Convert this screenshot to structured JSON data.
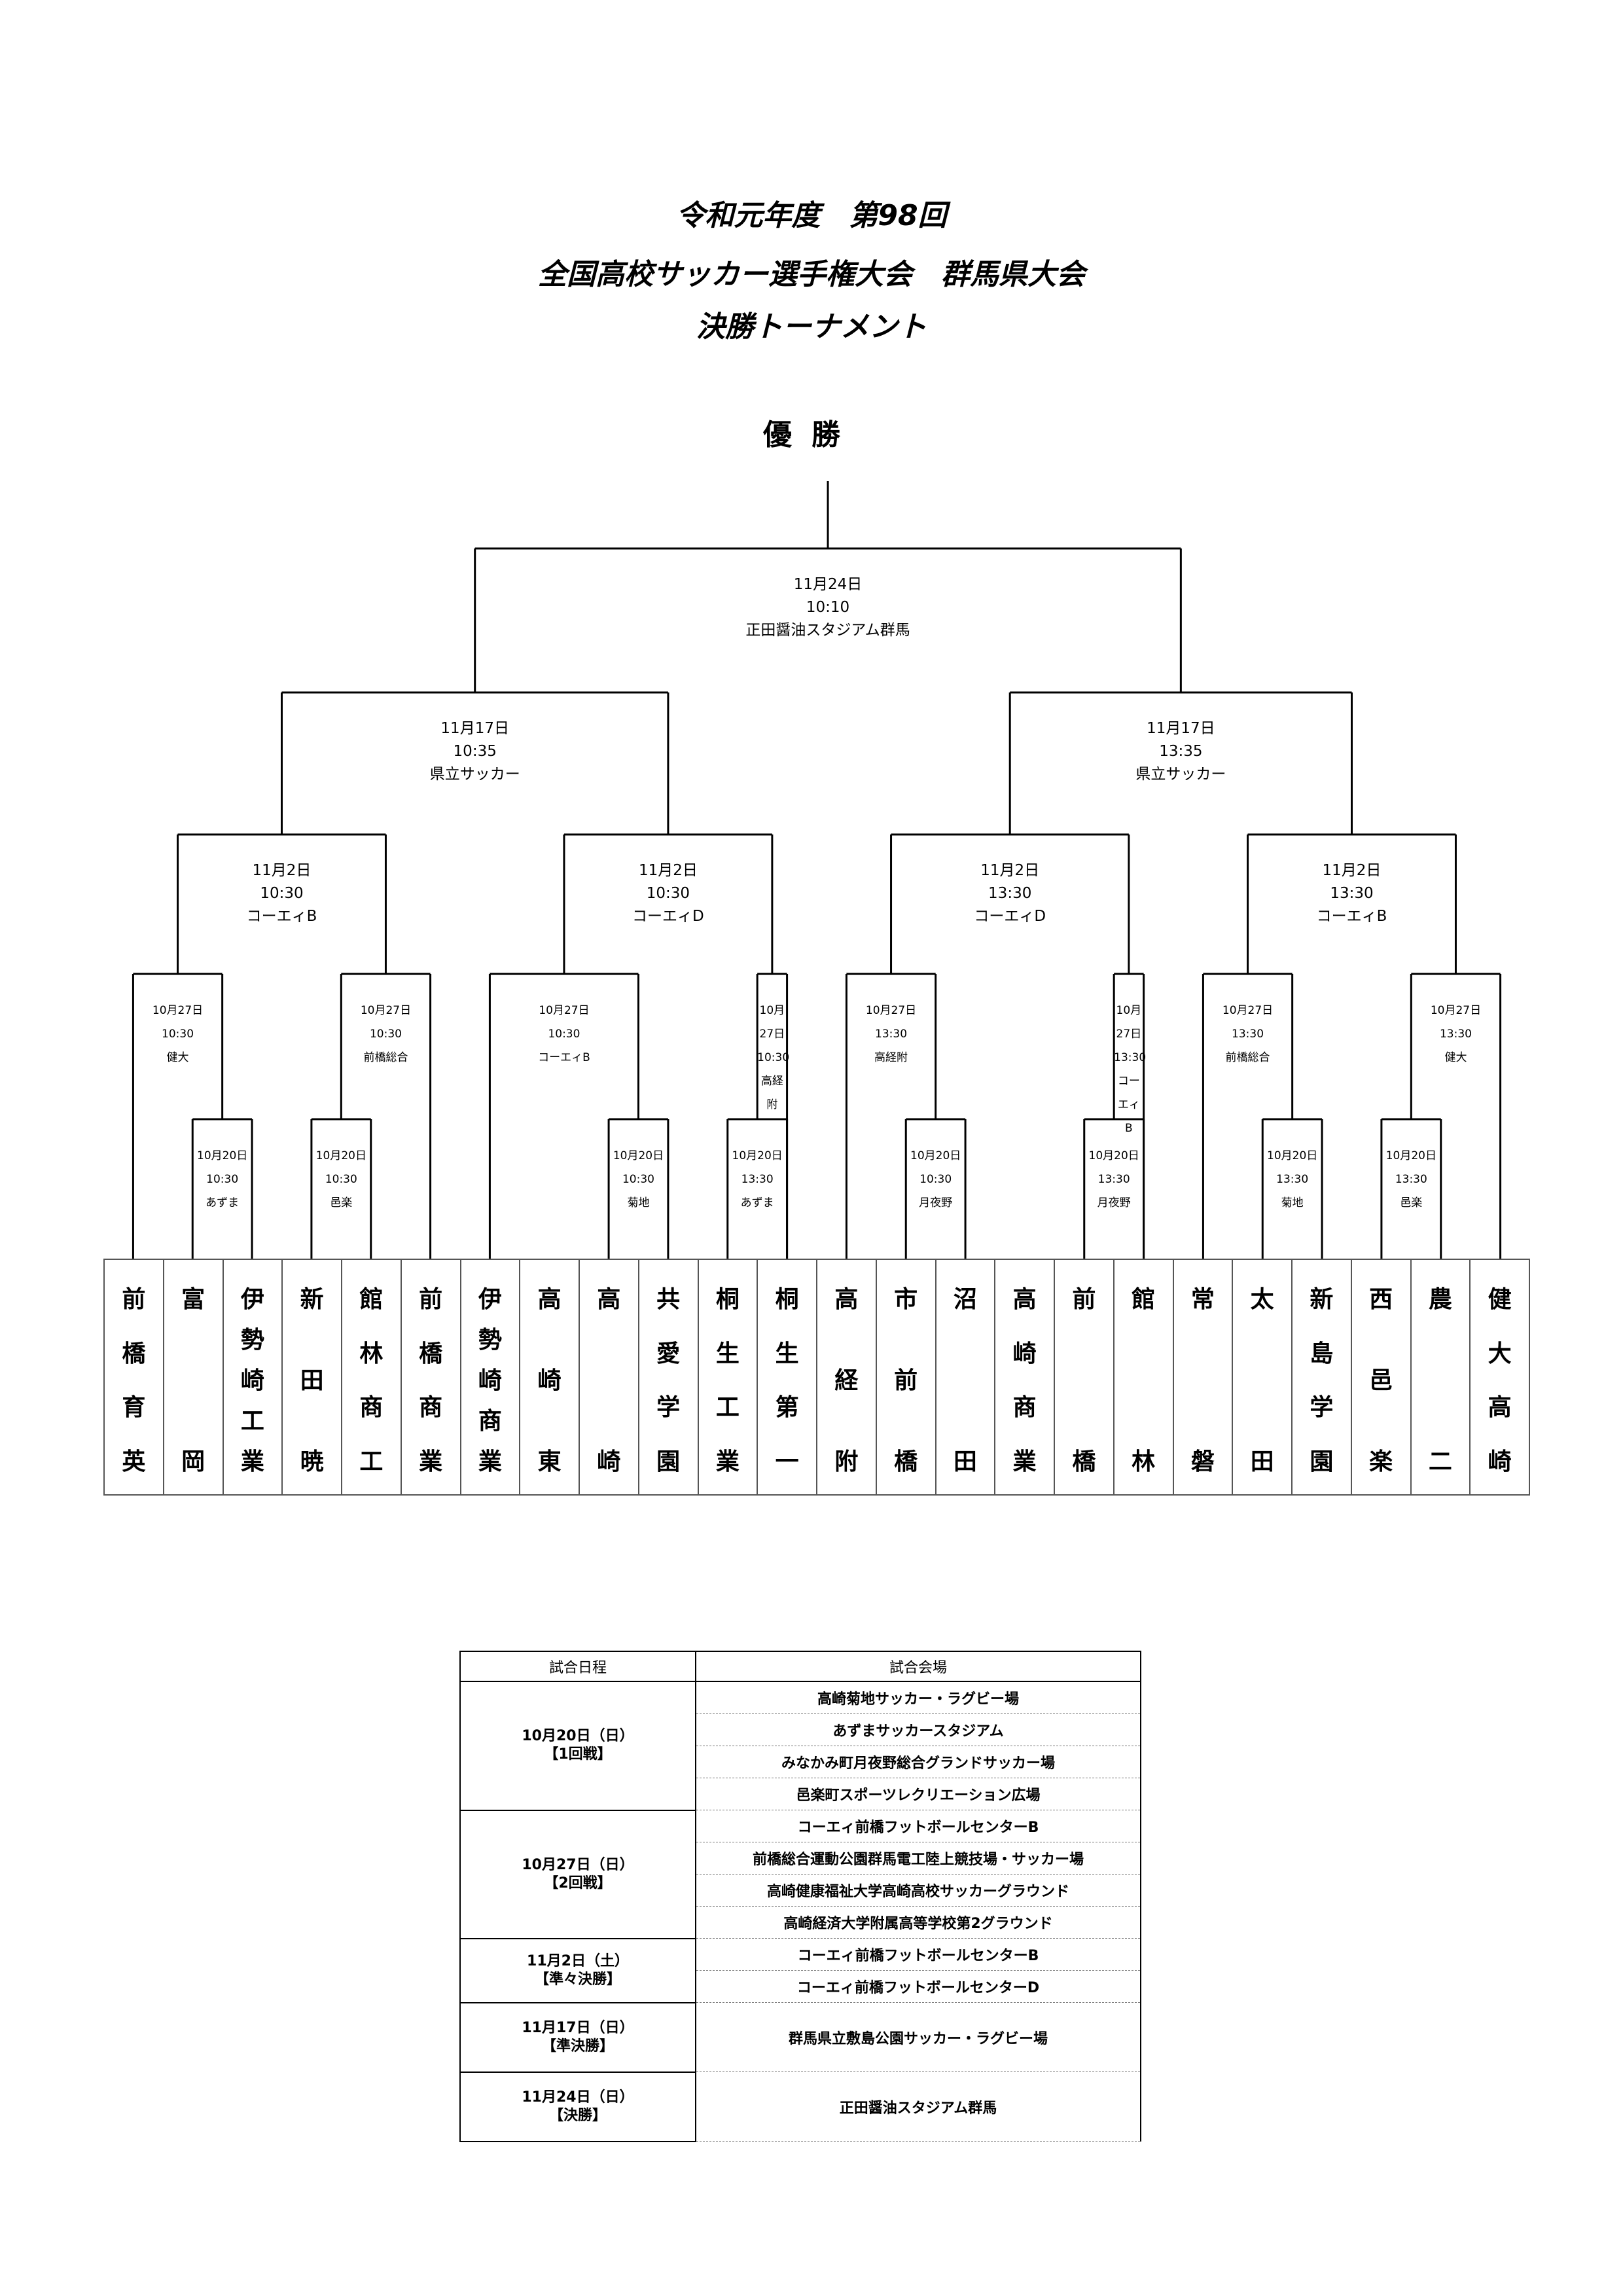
{
  "title": {
    "line1": "令和元年度　第98回",
    "line2": "全国高校サッカー選手権大会　群馬県大会",
    "line3": "決勝トーナメント"
  },
  "champion_label": "優勝",
  "final": {
    "date": "11月24日",
    "time": "10:10",
    "venue": "正田醤油スタジアム群馬"
  },
  "semifinals": [
    {
      "date": "11月17日",
      "time": "10:35",
      "venue": "県立サッカー"
    },
    {
      "date": "11月17日",
      "time": "13:35",
      "venue": "県立サッカー"
    }
  ],
  "quarterfinals": [
    {
      "date": "11月2日",
      "time": "10:30",
      "venue": "コーエィB"
    },
    {
      "date": "11月2日",
      "time": "10:30",
      "venue": "コーエィD"
    },
    {
      "date": "11月2日",
      "time": "13:30",
      "venue": "コーエィD"
    },
    {
      "date": "11月2日",
      "time": "13:30",
      "venue": "コーエィB"
    }
  ],
  "round2": [
    {
      "date": "10月27日",
      "time": "10:30",
      "venue": "健大"
    },
    {
      "date": "10月27日",
      "time": "10:30",
      "venue": "前橋総合"
    },
    {
      "date": "10月27日",
      "time": "10:30",
      "venue": "コーエィB"
    },
    {
      "date": "10月27日",
      "time": "10:30",
      "venue": "高経附"
    },
    {
      "date": "10月27日",
      "time": "13:30",
      "venue": "高経附"
    },
    {
      "date": "10月27日",
      "time": "13:30",
      "venue": "コーエィB"
    },
    {
      "date": "10月27日",
      "time": "13:30",
      "venue": "前橋総合"
    },
    {
      "date": "10月27日",
      "time": "13:30",
      "venue": "健大"
    }
  ],
  "round1": [
    {
      "date": "10月20日",
      "time": "10:30",
      "venue": "あずま"
    },
    {
      "date": "10月20日",
      "time": "10:30",
      "venue": "邑楽"
    },
    {
      "date": "10月20日",
      "time": "10:30",
      "venue": "菊地"
    },
    {
      "date": "10月20日",
      "time": "13:30",
      "venue": "あずま"
    },
    {
      "date": "10月20日",
      "time": "10:30",
      "venue": "月夜野"
    },
    {
      "date": "10月20日",
      "time": "13:30",
      "venue": "月夜野"
    },
    {
      "date": "10月20日",
      "time": "13:30",
      "venue": "菊地"
    },
    {
      "date": "10月20日",
      "time": "13:30",
      "venue": "邑楽"
    }
  ],
  "teams": [
    [
      "前",
      "橋",
      "育",
      "英"
    ],
    [
      "富",
      "",
      "",
      "岡"
    ],
    [
      "伊",
      "勢",
      "崎",
      "工",
      "業"
    ],
    [
      "新",
      "田",
      "暁"
    ],
    [
      "館",
      "林",
      "商",
      "工"
    ],
    [
      "前",
      "橋",
      "商",
      "業"
    ],
    [
      "伊",
      "勢",
      "崎",
      "商",
      "業"
    ],
    [
      "高",
      "崎",
      "東"
    ],
    [
      "高",
      "崎"
    ],
    [
      "共",
      "愛",
      "学",
      "園"
    ],
    [
      "桐",
      "生",
      "工",
      "業"
    ],
    [
      "桐",
      "生",
      "第",
      "一"
    ],
    [
      "高",
      "経",
      "附"
    ],
    [
      "市",
      "前",
      "橋"
    ],
    [
      "沼",
      "",
      "",
      "田"
    ],
    [
      "高",
      "崎",
      "商",
      "業"
    ],
    [
      "前",
      "",
      "",
      "橋"
    ],
    [
      "館",
      "",
      "",
      "林"
    ],
    [
      "常",
      "",
      "",
      "磐"
    ],
    [
      "太",
      "",
      "",
      "田"
    ],
    [
      "新",
      "島",
      "学",
      "園"
    ],
    [
      "西",
      "邑",
      "楽"
    ],
    [
      "農",
      "",
      "",
      "二"
    ],
    [
      "健",
      "大",
      "高",
      "崎"
    ]
  ],
  "schedule": {
    "header_date": "試合日程",
    "header_venue": "試合会場",
    "rows": [
      {
        "date": "10月20日（日）",
        "round": "【1回戦】",
        "venues": [
          "高崎菊地サッカー・ラグビー場",
          "あずまサッカースタジアム",
          "みなかみ町月夜野総合グランドサッカー場",
          "邑楽町スポーツレクリエーション広場"
        ]
      },
      {
        "date": "10月27日（日）",
        "round": "【2回戦】",
        "venues": [
          "コーエィ前橋フットボールセンターB",
          "前橋総合運動公園群馬電工陸上競技場・サッカー場",
          "高崎健康福祉大学高崎高校サッカーグラウンド",
          "高崎経済大学附属高等学校第2グラウンド"
        ]
      },
      {
        "date": "11月2日（土）",
        "round": "【準々決勝】",
        "venues": [
          "コーエィ前橋フットボールセンターB",
          "コーエィ前橋フットボールセンターD"
        ]
      },
      {
        "date": "11月17日（日）",
        "round": "【準決勝】",
        "venues": [
          "群馬県立敷島公園サッカー・ラグビー場"
        ]
      },
      {
        "date": "11月24日（日）",
        "round": "【決勝】",
        "venues": [
          "正田醤油スタジアム群馬"
        ]
      }
    ]
  }
}
